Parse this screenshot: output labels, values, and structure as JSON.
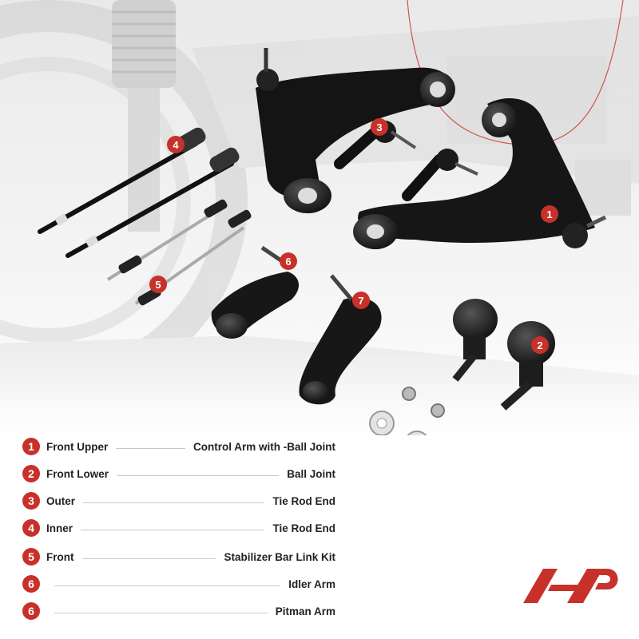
{
  "callouts": [
    {
      "number": "4"
    },
    {
      "number": "3"
    },
    {
      "number": "1"
    },
    {
      "number": "6"
    },
    {
      "number": "5"
    },
    {
      "number": "7"
    },
    {
      "number": "2"
    }
  ],
  "legend": [
    {
      "number": "1",
      "left": "Front Upper",
      "right": "Control Arm with -Ball Joint"
    },
    {
      "number": "2",
      "left": "Front Lower",
      "right": "Ball Joint"
    },
    {
      "number": "3",
      "left": "Outer",
      "right": "Tie Rod End"
    },
    {
      "number": "4",
      "left": "Inner",
      "right": "Tie Rod End"
    },
    {
      "number": "5",
      "left": "Front",
      "right": "Stabilizer Bar Link Kit"
    },
    {
      "number": "6",
      "left": "",
      "right": "Idler Arm"
    },
    {
      "number": "6",
      "left": "",
      "right": "Pitman Arm"
    }
  ],
  "colors": {
    "accent": "#c8302a",
    "text": "#222222"
  },
  "logo": {
    "name": "a-premium-logo"
  }
}
